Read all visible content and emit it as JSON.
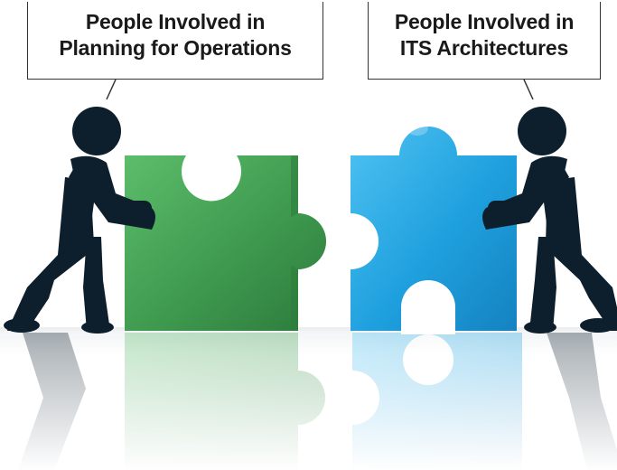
{
  "left_callout": {
    "line1": "People Involved in",
    "line2": "Planning for Operations"
  },
  "right_callout": {
    "line1": "People Involved in",
    "line2": "ITS Architectures"
  },
  "colors": {
    "left_piece": "#3f9a4f",
    "right_piece": "#1fa0de",
    "figure": "#0d1f2d",
    "callout_border": "#333333"
  },
  "icons": {
    "left_figure": "person-pushing-icon",
    "right_figure": "person-pushing-icon",
    "left_piece": "puzzle-piece-icon",
    "right_piece": "puzzle-piece-icon"
  }
}
